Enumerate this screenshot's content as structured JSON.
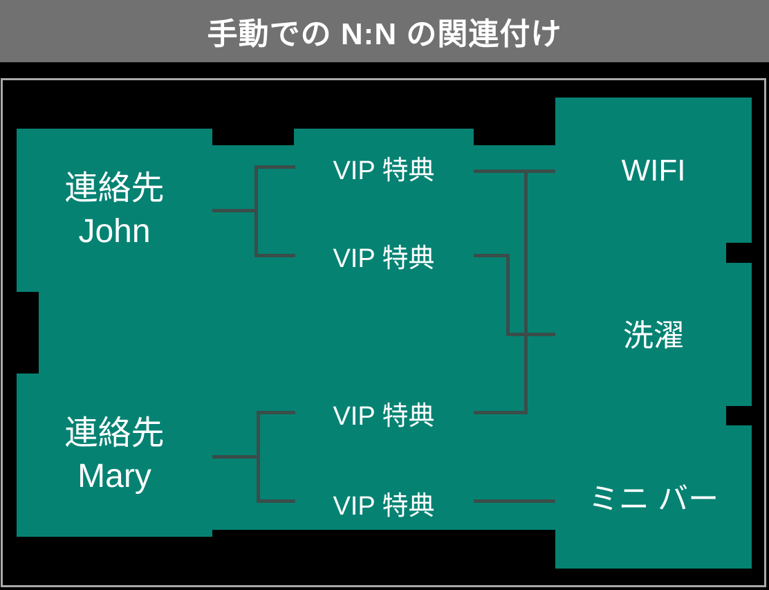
{
  "title": "手動での N:N の関連付け",
  "colors": {
    "page_background": "#000000",
    "title_bar": "#717171",
    "title_text": "#ffffff",
    "box_fill": "#068273",
    "box_text": "#ffffff",
    "connector": "#3a4d49",
    "frame_border": "#aaaaaa"
  },
  "diagram": {
    "contacts": [
      {
        "type_label": "連絡先",
        "name": "John"
      },
      {
        "type_label": "連絡先",
        "name": "Mary"
      }
    ],
    "association_records": [
      {
        "label": "VIP 特典"
      },
      {
        "label": "VIP 特典"
      },
      {
        "label": "VIP 特典"
      },
      {
        "label": "VIP 特典"
      }
    ],
    "perks": [
      {
        "label": "WIFI"
      },
      {
        "label": "洗濯"
      },
      {
        "label": "ミニ バー"
      }
    ],
    "connections": [
      {
        "from": "連絡先 John",
        "to": "VIP 特典 1"
      },
      {
        "from": "連絡先 John",
        "to": "VIP 特典 2"
      },
      {
        "from": "連絡先 Mary",
        "to": "VIP 特典 3"
      },
      {
        "from": "連絡先 Mary",
        "to": "VIP 特典 4"
      },
      {
        "from": "VIP 特典 1",
        "to": "WIFI"
      },
      {
        "from": "VIP 特典 3",
        "to": "WIFI"
      },
      {
        "from": "VIP 特典 2",
        "to": "洗濯"
      },
      {
        "from": "VIP 特典 4",
        "to": "ミニ バー"
      }
    ]
  }
}
